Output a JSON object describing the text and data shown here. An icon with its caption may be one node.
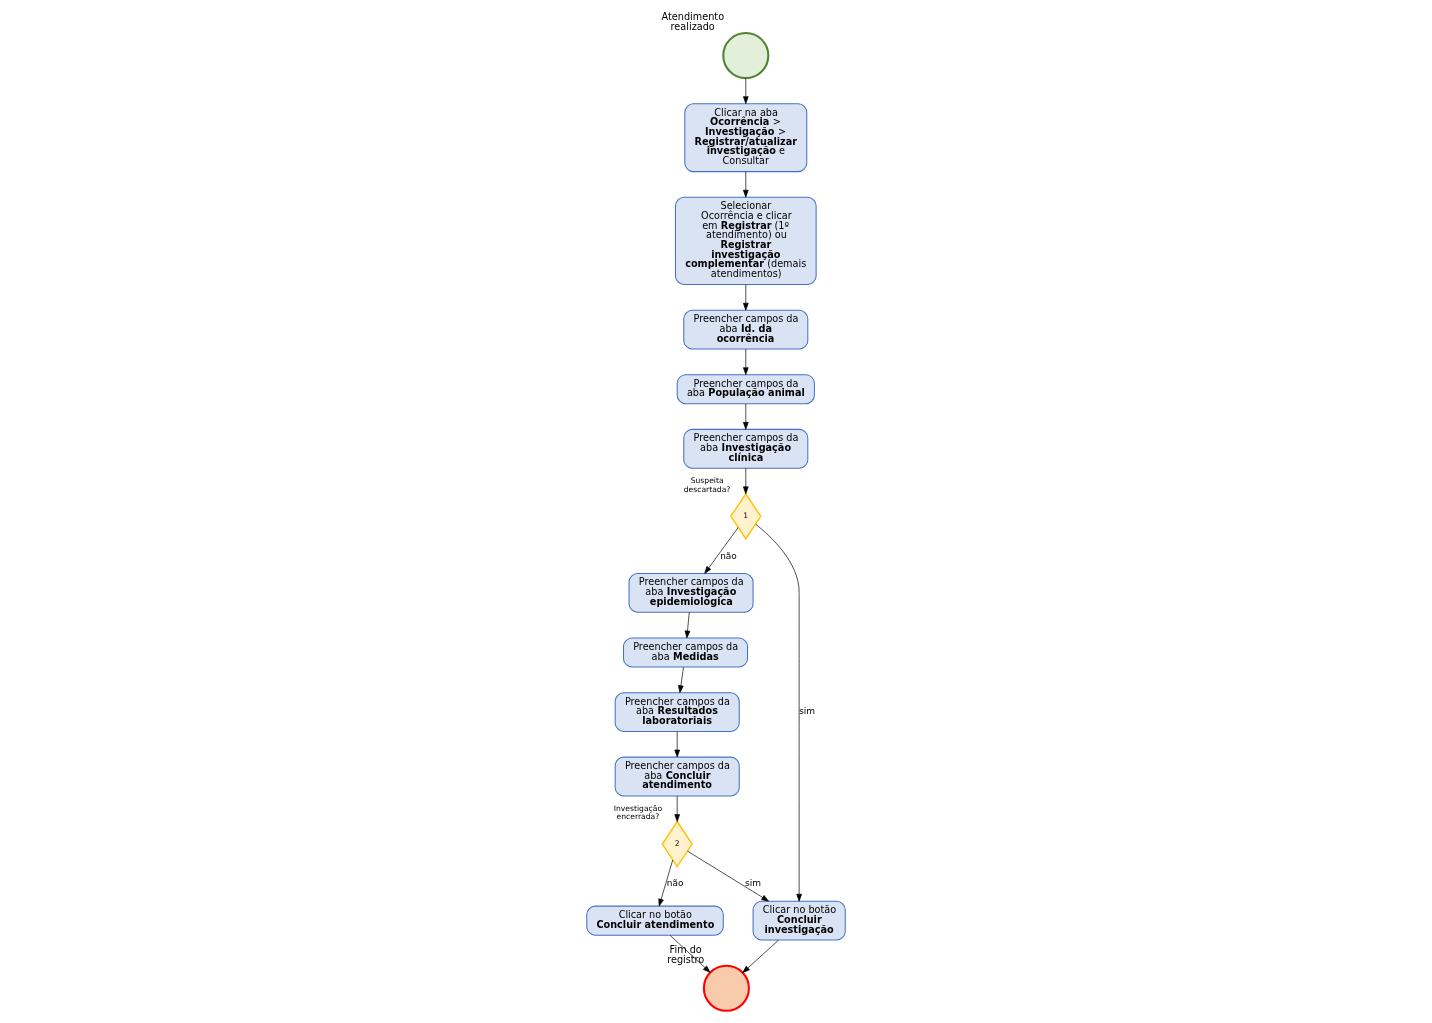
{
  "diagram": {
    "nodes": [
      {
        "text": [],
        "shape": "circle",
        "beside": [
          "Atendimento realizado"
        ]
      },
      {
        "text": [
          "Clicar na aba **Ocorrência** > **Investigação** > **Registrar/atualizar investigação** e Consultar"
        ]
      },
      {
        "text": [
          "Selecionar Ocorrência e clicar em **Registrar** (1º atendimento) ou **Registrar investigação complementar** (demais atendimentos)"
        ]
      },
      {
        "text": [
          "Preencher campos da aba **Id. da ocorrência**"
        ]
      },
      {
        "text": [
          "Preencher campos da aba **População animal**"
        ]
      },
      {
        "text": [
          "Preencher campos da aba **Investigação clínica**"
        ]
      },
      {
        "text": [
          "1"
        ],
        "beside": [
          "Suspeita descartada?"
        ]
      },
      {
        "text": [
          "Preencher campos da aba **Investigação epidemiológica**"
        ]
      },
      {
        "text": [
          "Preencher campos da aba **Medidas**"
        ]
      },
      {
        "text": [
          "Preencher campos da aba **Resultados laboratoriais**"
        ]
      },
      {
        "text": [
          "Preencher campos da aba **Concluir atendimento**"
        ]
      },
      {
        "text": [
          "2"
        ],
        "beside": [
          "Investigação encerrada?"
        ]
      },
      {
        "text": [
          "Clicar no botão **Concluir atendimento**"
        ]
      },
      {
        "text": [
          "Clicar no botão **Concluir investigação**"
        ]
      },
      {
        "text": [],
        "shape": "circle",
        "beside": [
          "Fim do registro"
        ]
      }
    ],
    "edges": [
      {
        "from": 0,
        "to": 1,
        "arrow": "to"
      },
      {
        "from": 1,
        "to": 2,
        "arrow": "to"
      },
      {
        "from": 2,
        "to": 3,
        "arrow": "to"
      },
      {
        "from": 3,
        "to": 4,
        "arrow": "to"
      },
      {
        "from": 4,
        "to": 5,
        "arrow": "to"
      },
      {
        "from": 5,
        "to": 6,
        "arrow": "to"
      },
      {
        "from": 6,
        "to": 7,
        "arrow": "to",
        "label": "não"
      },
      {
        "from": 7,
        "to": 8,
        "arrow": "to"
      },
      {
        "from": 8,
        "to": 9,
        "arrow": "to"
      },
      {
        "from": 9,
        "to": 10,
        "arrow": "to"
      },
      {
        "from": 10,
        "to": 11,
        "arrow": "to"
      },
      {
        "from": 11,
        "to": 12,
        "arrow": "to",
        "label": "não"
      },
      {
        "from": 11,
        "to": 13,
        "arrow": "to",
        "label": "sim"
      },
      {
        "from": 6,
        "to": 13,
        "arrow": "to",
        "label": "sim"
      },
      {
        "from": 13,
        "to": 14,
        "arrow": "to"
      },
      {
        "from": 12,
        "to": 14,
        "arrow": "to"
      }
    ]
  }
}
